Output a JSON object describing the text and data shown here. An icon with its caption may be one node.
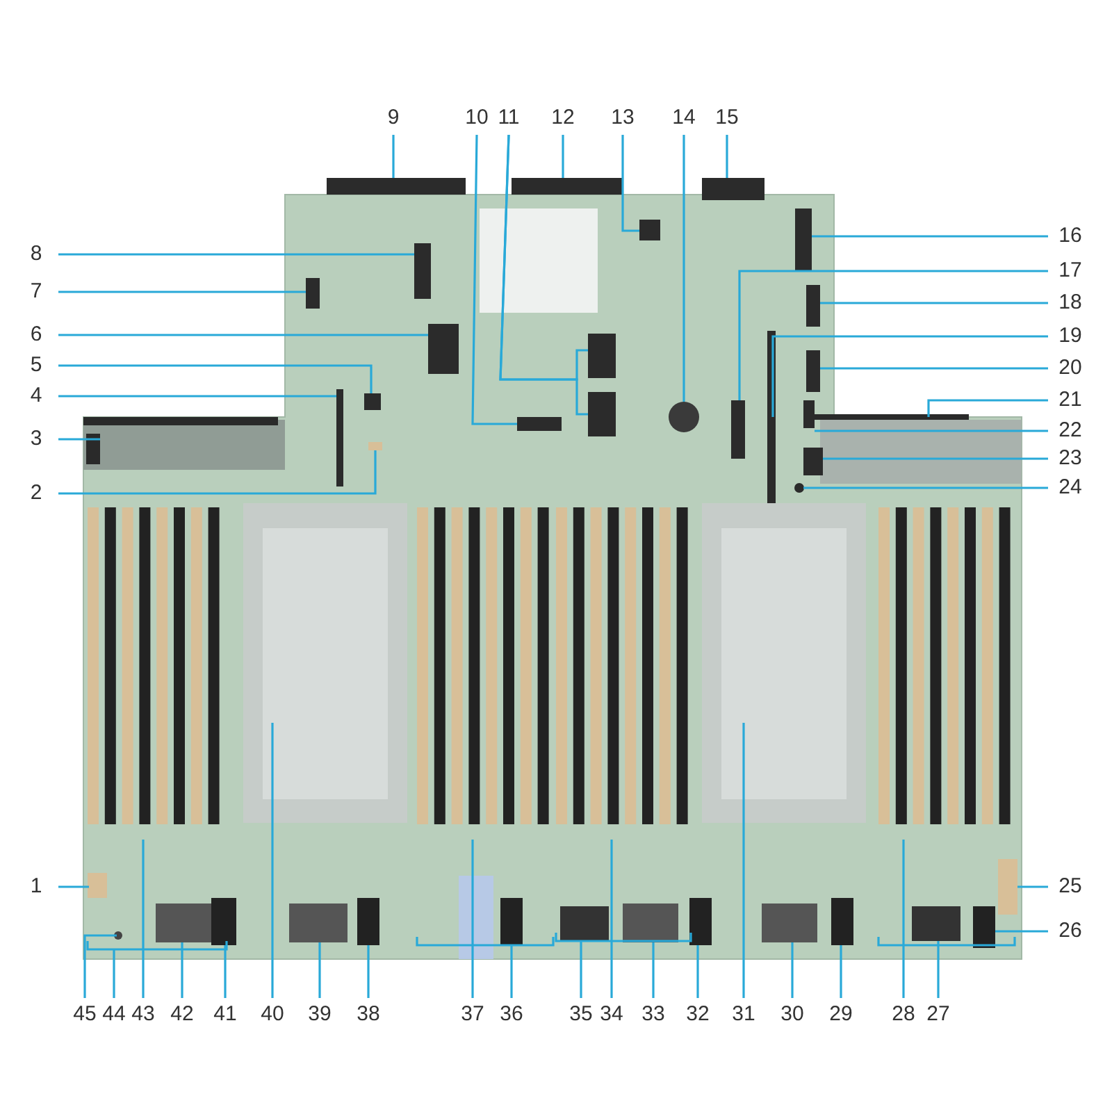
{
  "diagram": {
    "nodes": [
      {
        "text": [
          "1"
        ]
      },
      {
        "text": [
          "2"
        ]
      },
      {
        "text": [
          "3"
        ]
      },
      {
        "text": [
          "4"
        ]
      },
      {
        "text": [
          "5"
        ]
      },
      {
        "text": [
          "6"
        ]
      },
      {
        "text": [
          "7"
        ]
      },
      {
        "text": [
          "8"
        ]
      },
      {
        "text": [
          "9"
        ]
      },
      {
        "text": [
          "10"
        ]
      },
      {
        "text": [
          "11"
        ]
      },
      {
        "text": [
          "12"
        ]
      },
      {
        "text": [
          "13"
        ]
      },
      {
        "text": [
          "14"
        ]
      },
      {
        "text": [
          "15"
        ]
      },
      {
        "text": [
          "16"
        ]
      },
      {
        "text": [
          "17"
        ]
      },
      {
        "text": [
          "18"
        ]
      },
      {
        "text": [
          "19"
        ]
      },
      {
        "text": [
          "20"
        ]
      },
      {
        "text": [
          "21"
        ]
      },
      {
        "text": [
          "22"
        ]
      },
      {
        "text": [
          "23"
        ]
      },
      {
        "text": [
          "24"
        ]
      },
      {
        "text": [
          "25"
        ]
      },
      {
        "text": [
          "26"
        ]
      },
      {
        "text": [
          "27"
        ]
      },
      {
        "text": [
          "28"
        ]
      },
      {
        "text": [
          "29"
        ]
      },
      {
        "text": [
          "30"
        ]
      },
      {
        "text": [
          "31"
        ]
      },
      {
        "text": [
          "32"
        ]
      },
      {
        "text": [
          "33"
        ]
      },
      {
        "text": [
          "34"
        ]
      },
      {
        "text": [
          "35"
        ]
      },
      {
        "text": [
          "36"
        ]
      },
      {
        "text": [
          "37"
        ]
      },
      {
        "text": [
          "38"
        ]
      },
      {
        "text": [
          "39"
        ]
      },
      {
        "text": [
          "40"
        ]
      },
      {
        "text": [
          "41"
        ]
      },
      {
        "text": [
          "42"
        ]
      },
      {
        "text": [
          "43"
        ]
      },
      {
        "text": [
          "44"
        ]
      },
      {
        "text": [
          "45"
        ]
      }
    ],
    "edges": [
      {
        "from": 0,
        "to": null,
        "arrow": "none"
      },
      {
        "from": 1,
        "to": null,
        "arrow": "none"
      },
      {
        "from": 2,
        "to": null,
        "arrow": "none"
      },
      {
        "from": 3,
        "to": null,
        "arrow": "none"
      },
      {
        "from": 4,
        "to": null,
        "arrow": "none"
      },
      {
        "from": 5,
        "to": null,
        "arrow": "none"
      },
      {
        "from": 6,
        "to": null,
        "arrow": "none"
      },
      {
        "from": 7,
        "to": null,
        "arrow": "none"
      },
      {
        "from": 8,
        "to": null,
        "arrow": "none"
      },
      {
        "from": 9,
        "to": null,
        "arrow": "none"
      },
      {
        "from": 10,
        "to": null,
        "arrow": "none"
      },
      {
        "from": 10,
        "to": null,
        "arrow": "none"
      },
      {
        "from": 11,
        "to": null,
        "arrow": "none"
      },
      {
        "from": 12,
        "to": null,
        "arrow": "none"
      },
      {
        "from": 13,
        "to": null,
        "arrow": "none"
      },
      {
        "from": 14,
        "to": null,
        "arrow": "none"
      },
      {
        "from": 15,
        "to": null,
        "arrow": "none"
      },
      {
        "from": 16,
        "to": null,
        "arrow": "none"
      },
      {
        "from": 17,
        "to": null,
        "arrow": "none"
      },
      {
        "from": 18,
        "to": null,
        "arrow": "none"
      },
      {
        "from": 19,
        "to": null,
        "arrow": "none"
      },
      {
        "from": 20,
        "to": null,
        "arrow": "none"
      },
      {
        "from": 21,
        "to": null,
        "arrow": "none"
      },
      {
        "from": 22,
        "to": null,
        "arrow": "none"
      },
      {
        "from": 23,
        "to": null,
        "arrow": "none"
      },
      {
        "from": 24,
        "to": null,
        "arrow": "none"
      },
      {
        "from": 25,
        "to": null,
        "arrow": "none"
      },
      {
        "from": 26,
        "to": null,
        "arrow": "none"
      },
      {
        "from": 27,
        "to": null,
        "arrow": "none"
      },
      {
        "from": 28,
        "to": null,
        "arrow": "none"
      },
      {
        "from": 29,
        "to": null,
        "arrow": "none"
      },
      {
        "from": 30,
        "to": null,
        "arrow": "none"
      },
      {
        "from": 31,
        "to": null,
        "arrow": "none"
      },
      {
        "from": 32,
        "to": null,
        "arrow": "none"
      },
      {
        "from": 33,
        "to": null,
        "arrow": "none"
      },
      {
        "from": 34,
        "to": null,
        "arrow": "none"
      },
      {
        "from": 35,
        "to": null,
        "arrow": "none"
      },
      {
        "from": 36,
        "to": null,
        "arrow": "none"
      },
      {
        "from": 37,
        "to": null,
        "arrow": "none"
      },
      {
        "from": 38,
        "to": null,
        "arrow": "none"
      },
      {
        "from": 39,
        "to": null,
        "arrow": "none"
      },
      {
        "from": 40,
        "to": null,
        "arrow": "none"
      },
      {
        "from": 41,
        "to": null,
        "arrow": "none"
      },
      {
        "from": 42,
        "to": null,
        "arrow": "none"
      },
      {
        "from": 43,
        "to": null,
        "arrow": "none"
      },
      {
        "from": 44,
        "to": null,
        "arrow": "none"
      }
    ]
  }
}
